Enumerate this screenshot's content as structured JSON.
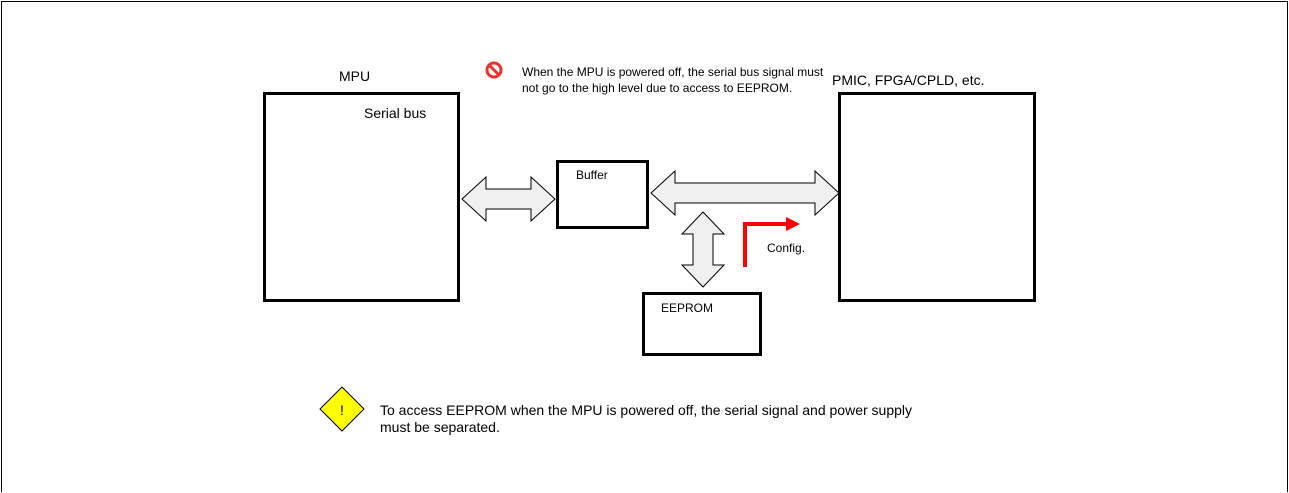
{
  "mpu": {
    "title": "MPU",
    "port_label": "Serial bus"
  },
  "buffer": {
    "label": "Buffer"
  },
  "target": {
    "title": "PMIC, FPGA/CPLD, etc."
  },
  "eeprom": {
    "label": "EEPROM"
  },
  "config": {
    "label": "Config."
  },
  "prohibit_note": {
    "text": "When the MPU is powered off, the serial bus signal must not go to the high level due to access to EEPROM."
  },
  "warning_note": {
    "symbol": "!",
    "text": "To access EEPROM when the MPU is powered off, the serial signal and power supply must be separated."
  },
  "colors": {
    "arrow_fill": "#f0f0f0",
    "config_arrow": "#ff0000",
    "prohibit_icon": "#e8322e",
    "warning_icon": "#ffff00"
  },
  "icons": {
    "prohibit": "prohibited-icon",
    "warning": "warning-icon"
  }
}
